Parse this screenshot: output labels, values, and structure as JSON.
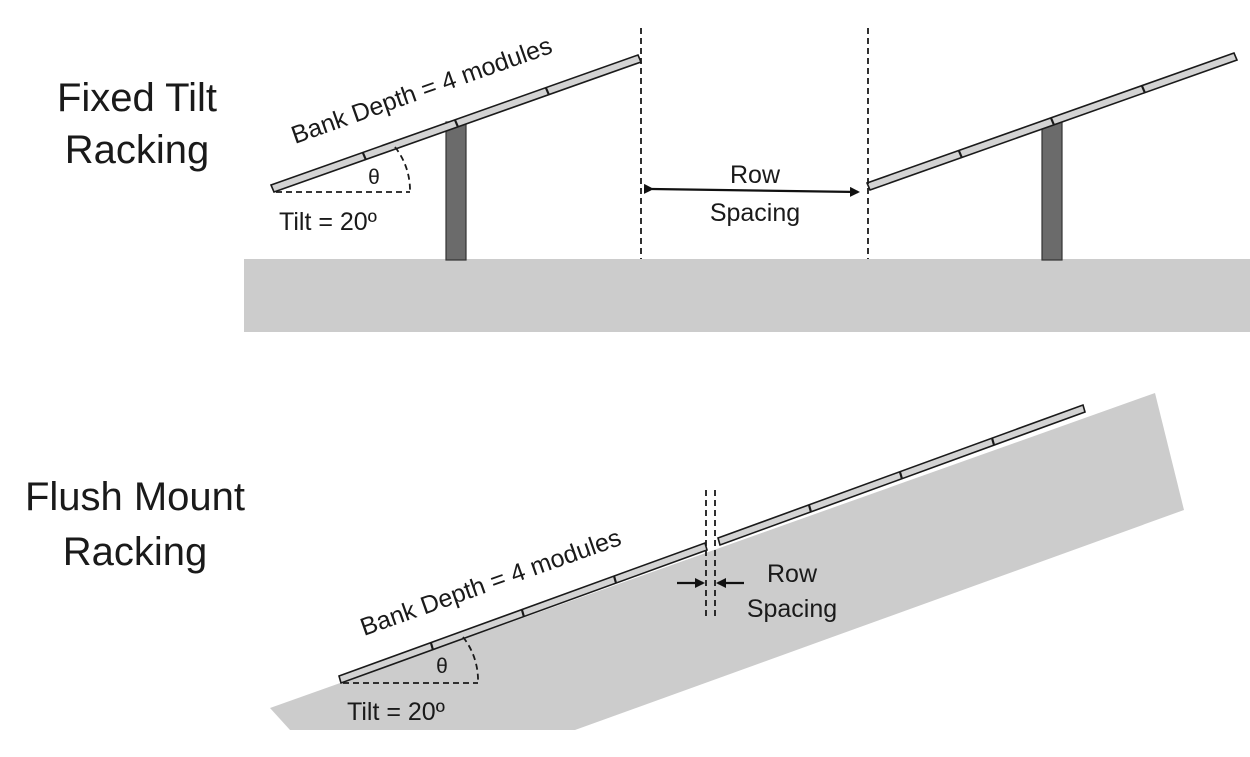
{
  "fixed_tilt": {
    "title_line1": "Fixed Tilt",
    "title_line2": "Racking",
    "bank_depth_label": "Bank Depth = 4 modules",
    "theta_symbol": "θ",
    "tilt_label": "Tilt = 20º",
    "row_spacing_line1": "Row",
    "row_spacing_line2": "Spacing",
    "modules_per_bank": 4
  },
  "flush_mount": {
    "title_line1": "Flush Mount",
    "title_line2": "Racking",
    "bank_depth_label": "Bank Depth = 4 modules",
    "theta_symbol": "θ",
    "tilt_label": "Tilt = 20º",
    "row_spacing_line1": "Row",
    "row_spacing_line2": "Spacing",
    "modules_per_bank": 4
  },
  "colors": {
    "ground": "#cccccc",
    "panel_fill": "#d3d3d3",
    "post": "#6b6b6b",
    "ink": "#1a1a1a"
  }
}
